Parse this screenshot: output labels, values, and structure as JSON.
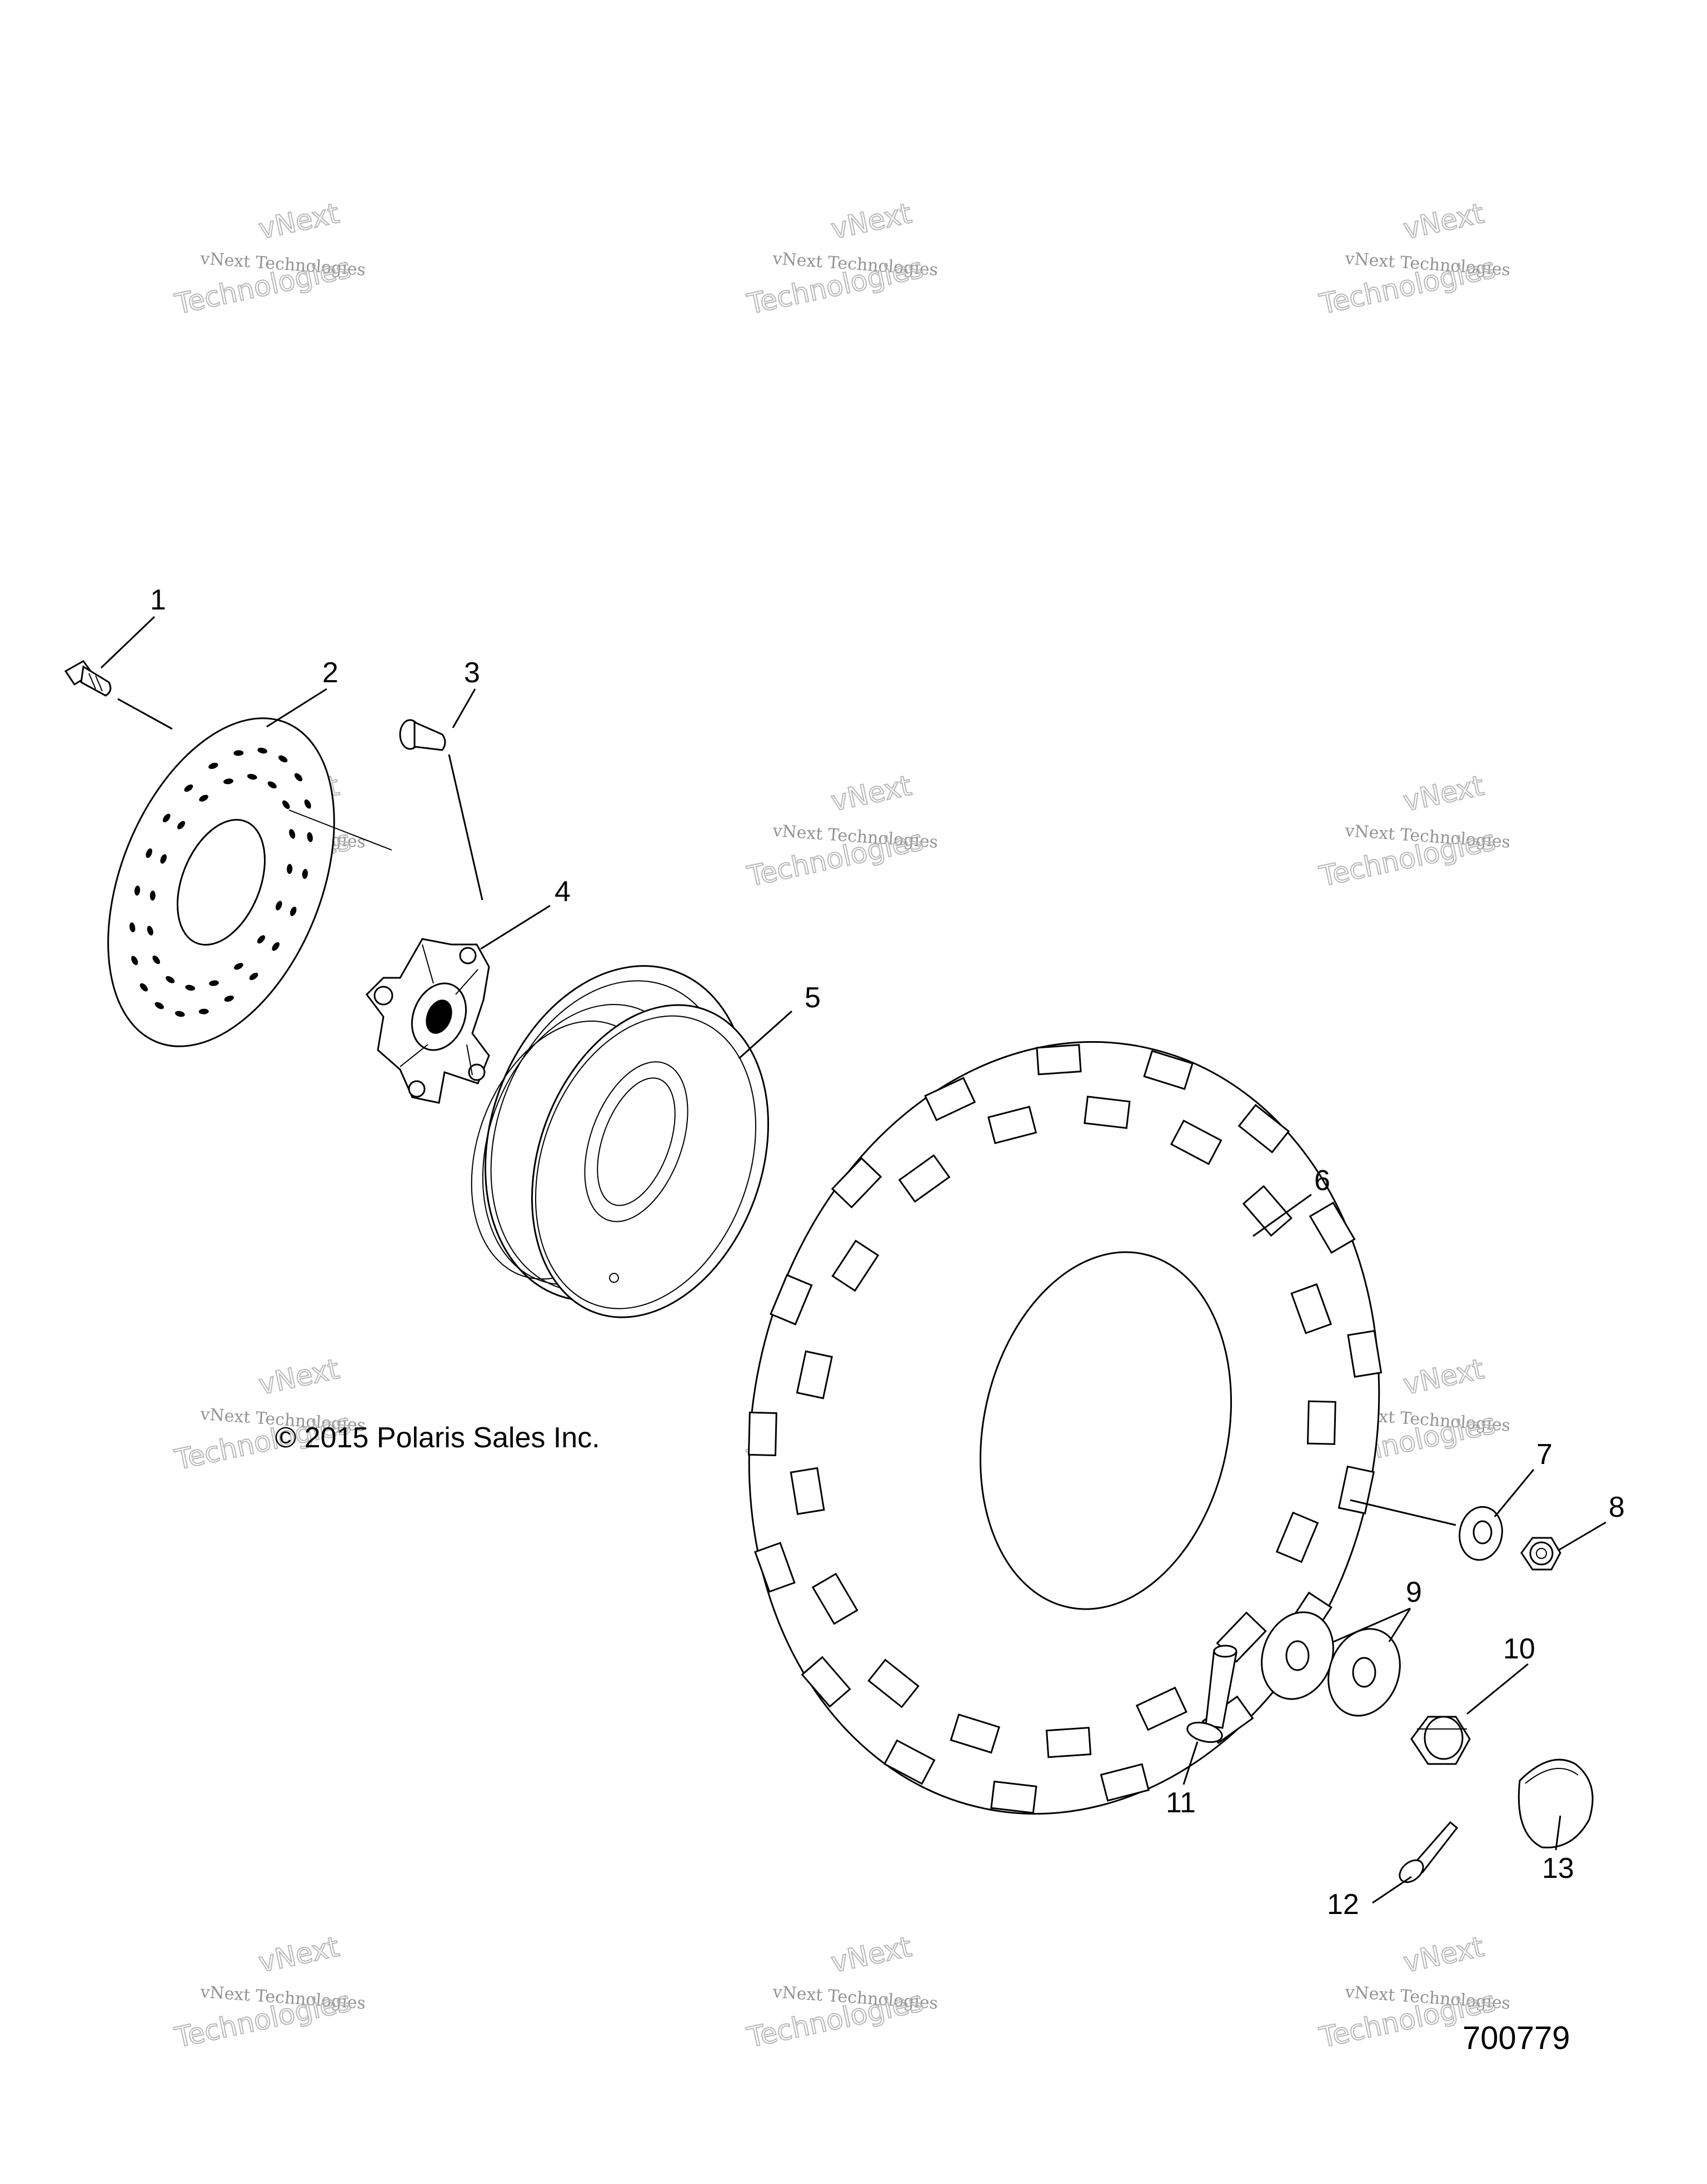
{
  "diagram": {
    "callouts": [
      "1",
      "2",
      "3",
      "4",
      "5",
      "6",
      "7",
      "8",
      "9",
      "10",
      "11",
      "12",
      "13"
    ],
    "copyright": "© 2015 Polaris Sales Inc.",
    "figure_number": "700779",
    "watermark": {
      "line1": "vNext",
      "line2": "vNext Technologies",
      "line3": "Technologies"
    }
  }
}
